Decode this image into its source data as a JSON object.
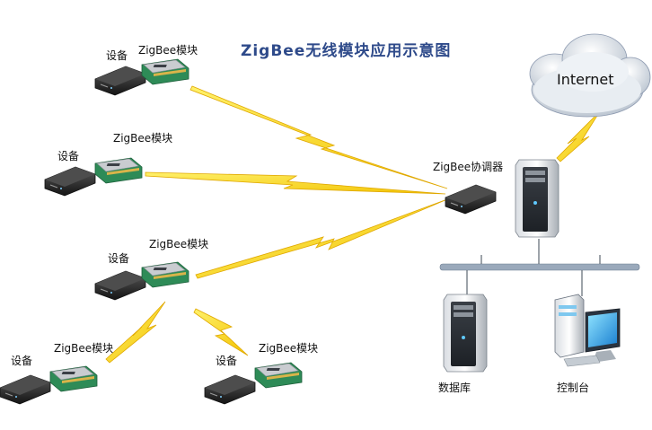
{
  "title": "ZigBee无线模块应用示意图",
  "labels": {
    "device": "设备",
    "module": "ZigBee模块",
    "coordinator": "ZigBee协调器",
    "internet": "Internet",
    "database": "数据库",
    "console": "控制台"
  },
  "colors": {
    "lightning": "#f2d21c",
    "lightning_stroke": "#e0a800",
    "network_bus": "#7a8fa8",
    "title": "#2e4a8a",
    "module_board": "#2e8b57",
    "device_body": "#2b2b2b"
  },
  "icons": [
    "router-device-icon",
    "zigbee-module-icon",
    "server-icon",
    "pc-icon",
    "cloud-icon",
    "lightning-icon"
  ]
}
